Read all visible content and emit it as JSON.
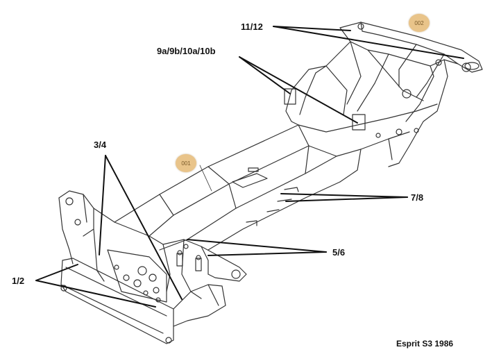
{
  "callouts": {
    "c_1_2": "1/2",
    "c_3_4": "3/4",
    "c_5_6": "5/6",
    "c_7_8": "7/8",
    "c_9_10": "9a/9b/10a/10b",
    "c_11_12": "11/12"
  },
  "badges": {
    "b001": "001",
    "b002": "002"
  },
  "caption": "Esprit S3 1986",
  "colors": {
    "badge_fill": "#e9c48a",
    "line": "#111111",
    "drawing": "#333333"
  }
}
